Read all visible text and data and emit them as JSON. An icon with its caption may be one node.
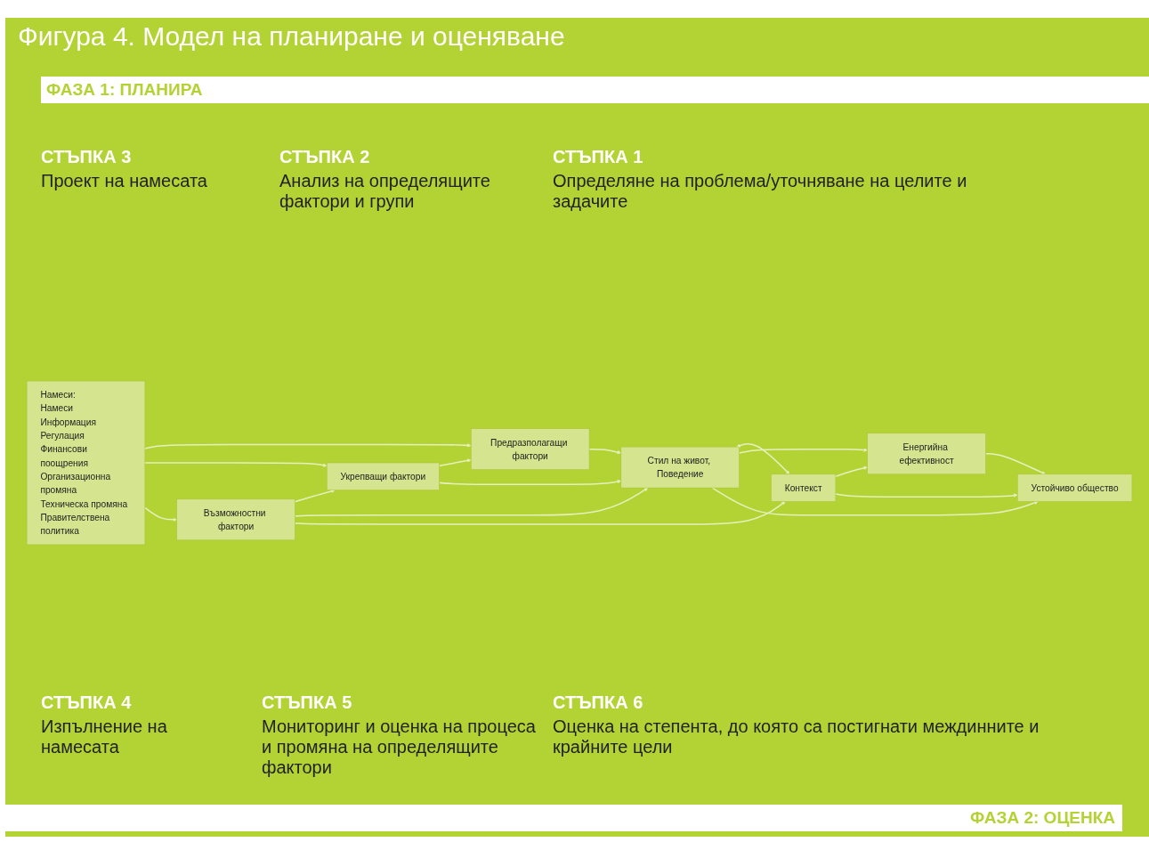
{
  "diagram": {
    "title": "Фигура 4. Модел на планиране и оценяване",
    "nodes": [
      {
        "text": [
          "Намеси:",
          "Намеси",
          "Информация",
          "Регулация",
          "Финансови поощрения",
          "Организационна промяна",
          "Техническа промяна",
          "Правителствена политика"
        ]
      },
      {
        "text": [
          "Предразполагащи фактори"
        ]
      },
      {
        "text": [
          "Укрепващи фактори"
        ]
      },
      {
        "text": [
          "Възможностни фактори"
        ]
      },
      {
        "text": [
          "Стил на живот, Поведение"
        ]
      },
      {
        "text": [
          "Енергийна ефективност"
        ]
      },
      {
        "text": [
          "Контекст"
        ]
      },
      {
        "text": [
          "Устойчиво общество"
        ]
      }
    ],
    "edges": [
      {
        "from": 0,
        "to": 1,
        "arrow": "to"
      },
      {
        "from": 0,
        "to": 2,
        "arrow": "to"
      },
      {
        "from": 0,
        "to": 3,
        "arrow": "to"
      },
      {
        "from": 2,
        "to": 1,
        "arrow": "to"
      },
      {
        "from": 3,
        "to": 2,
        "arrow": "to"
      },
      {
        "from": 1,
        "to": 4,
        "arrow": "to"
      },
      {
        "from": 2,
        "to": 4,
        "arrow": "to"
      },
      {
        "from": 3,
        "to": 4,
        "arrow": "to"
      },
      {
        "from": 3,
        "to": 6,
        "arrow": "to"
      },
      {
        "from": 4,
        "to": 6,
        "arrow": "both"
      },
      {
        "from": 4,
        "to": 5,
        "arrow": "to"
      },
      {
        "from": 6,
        "to": 5,
        "arrow": "to"
      },
      {
        "from": 5,
        "to": 7,
        "arrow": "to"
      },
      {
        "from": 4,
        "to": 7,
        "arrow": "to"
      },
      {
        "from": 6,
        "to": 7,
        "arrow": "to"
      }
    ],
    "labels": [
      "ФАЗА 1: ПЛАНИРА",
      "СТЪПКА 3",
      "Проект на намесата",
      "СТЪПКА 2",
      "Анализ на определящите фактори и групи",
      "СТЪПКА 1",
      "Определяне на проблема/уточняване на целите и задачите",
      "СТЪПКА 4",
      "Изпълнение на намесата",
      "СТЪПКА 5",
      "Мониторинг и оценка на процеса и промяна на определящите фактори",
      "СТЪПКА 6",
      "Оценка на степента, до която са постигнати междинните и крайните цели",
      "ФАЗА 2: ОЦЕНКА"
    ]
  }
}
